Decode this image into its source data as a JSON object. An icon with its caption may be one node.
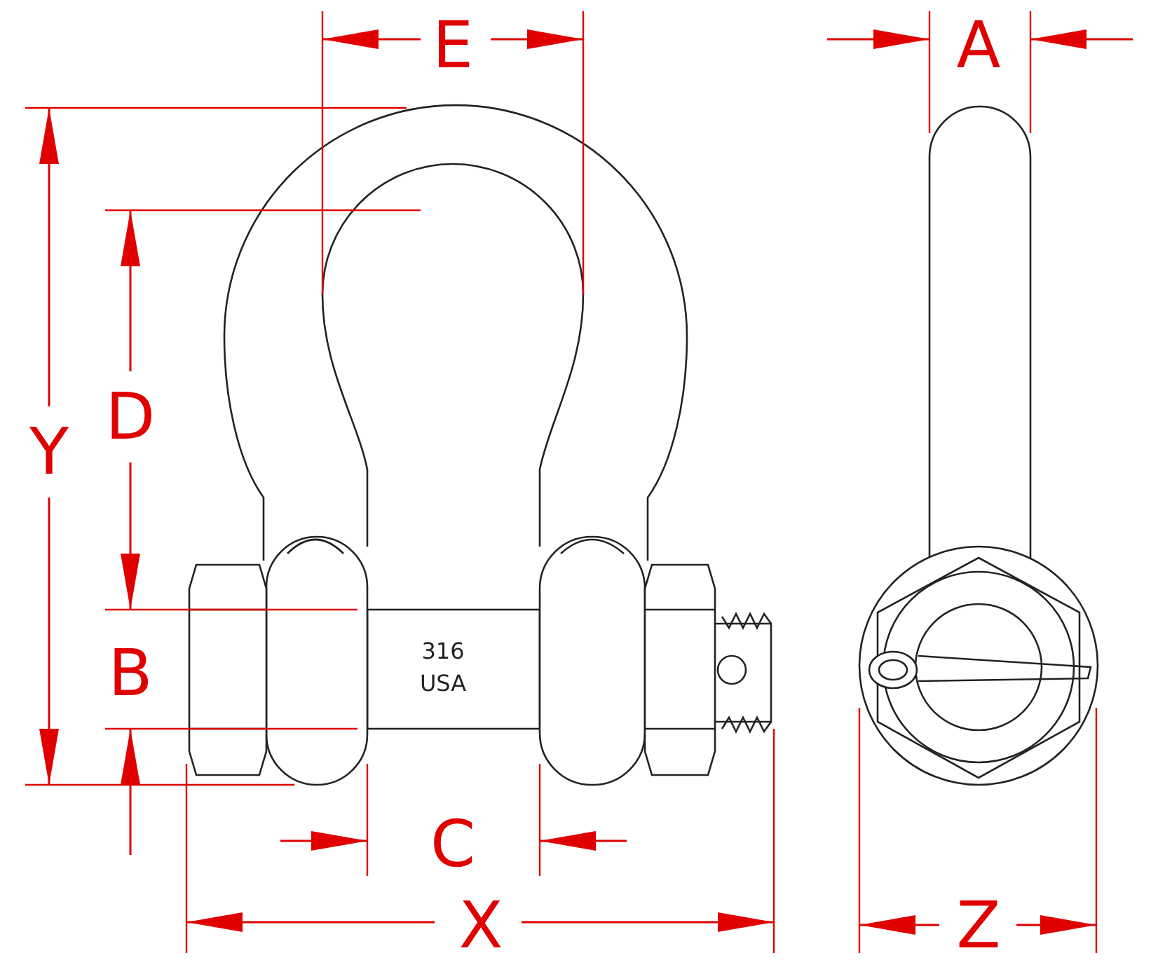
{
  "diagram": {
    "labels": [
      "E",
      "A",
      "Y",
      "D",
      "B",
      "316",
      "USA",
      "C",
      "X",
      "Z"
    ]
  }
}
